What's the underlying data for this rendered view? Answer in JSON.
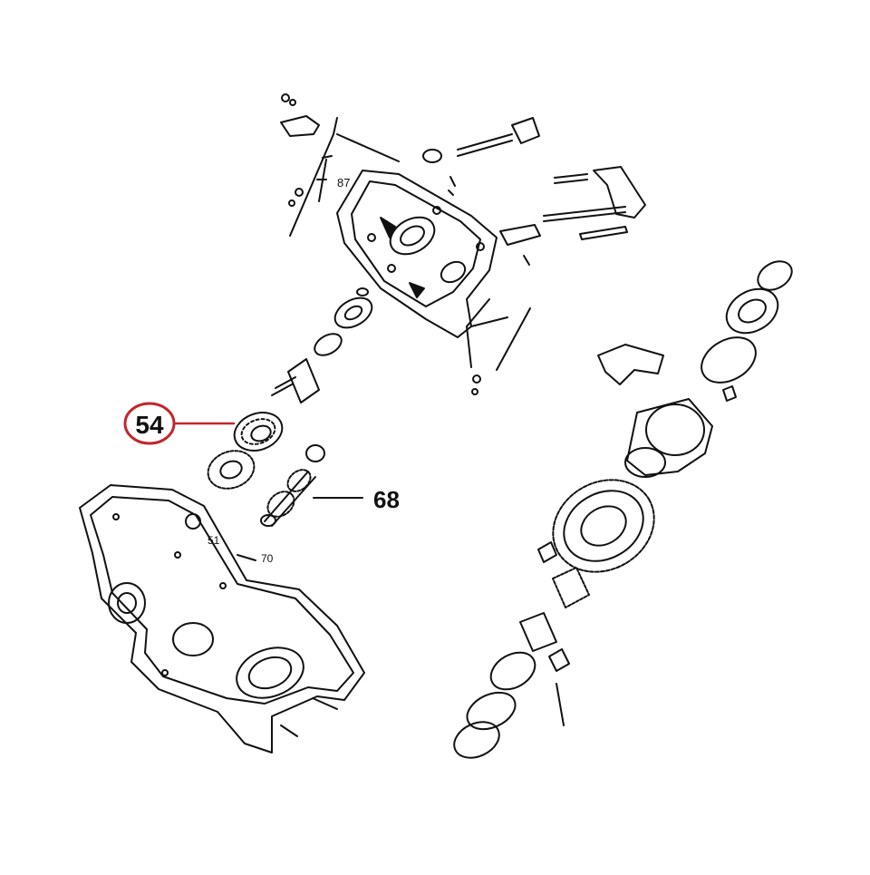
{
  "callouts": {
    "highlight": {
      "label": "54",
      "color": "#c0272d"
    },
    "pointer": {
      "label": "68"
    }
  },
  "inline_labels": {
    "top_bolt": "87",
    "cover_part_a": "51",
    "cover_part_b": "70"
  },
  "colors": {
    "line": "#111111",
    "background": "#ffffff"
  }
}
